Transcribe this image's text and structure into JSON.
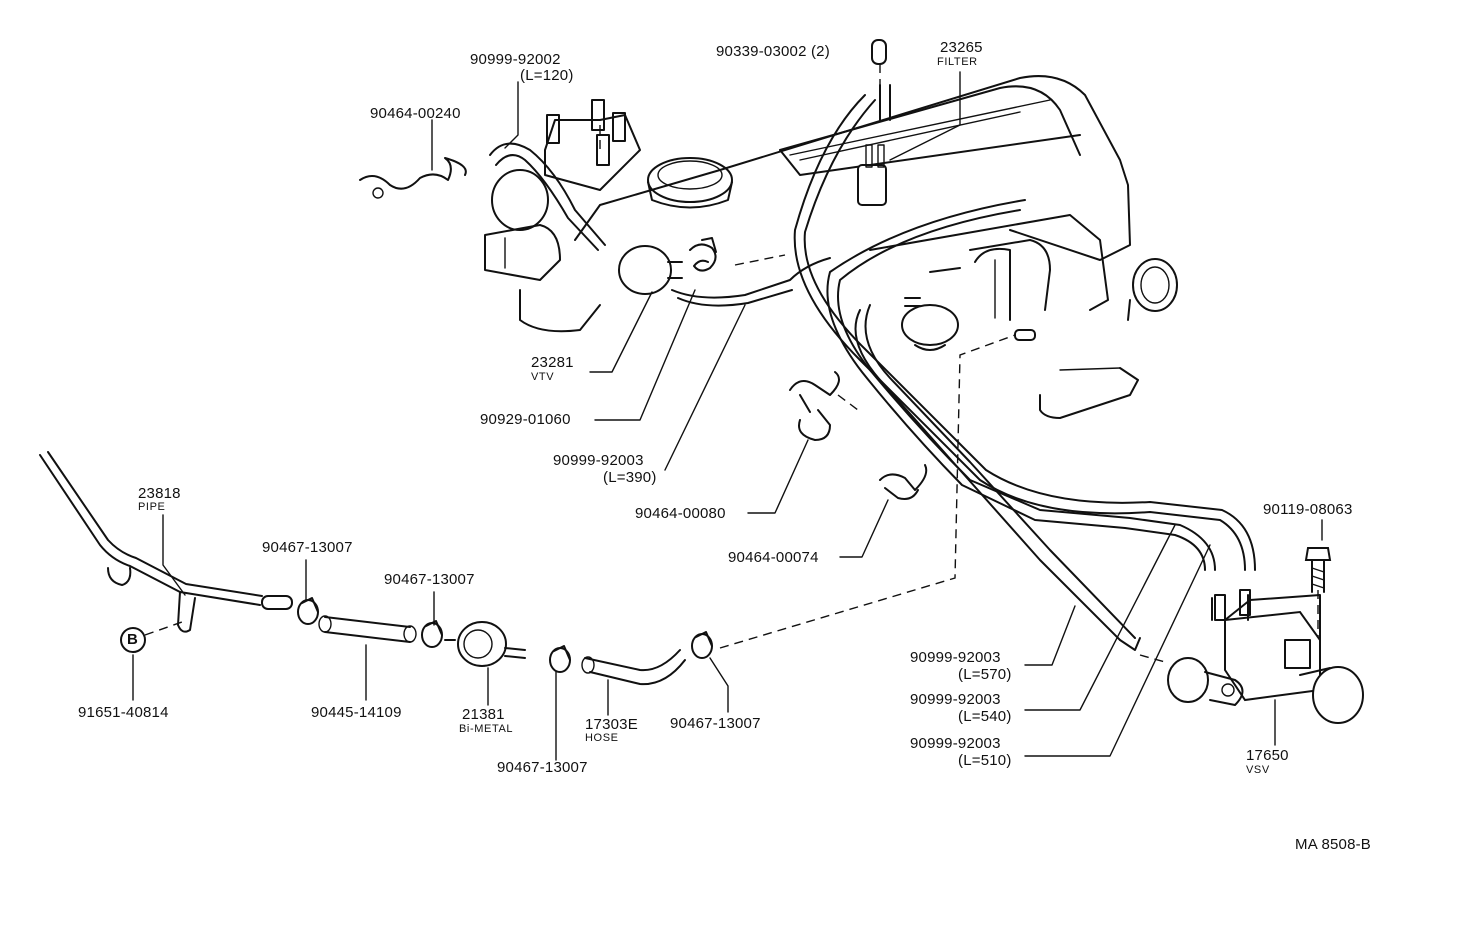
{
  "labels": {
    "p90999_92002": "90999-92002",
    "p90999_92002_len": "(L=120)",
    "p90464_00240": "90464-00240",
    "p90339_03002": "90339-03002 (2)",
    "p23265": "23265",
    "p23265_name": "FILTER",
    "p23281": "23281",
    "p23281_name": "VTV",
    "p90929_01060": "90929-01060",
    "p90999_92003_a": "90999-92003",
    "p90999_92003_a_len": "(L=390)",
    "p90464_00080": "90464-00080",
    "p90464_00074": "90464-00074",
    "p23818": "23818",
    "p23818_name": "PIPE",
    "p90467_13007_a": "90467-13007",
    "p90467_13007_b": "90467-13007",
    "p90119_08063": "90119-08063",
    "ref_b": "B",
    "p91651_40814": "91651-40814",
    "p90445_14109": "90445-14109",
    "p21381": "21381",
    "p21381_name": "Bi-METAL",
    "p17303E": "17303E",
    "p17303E_name": "HOSE",
    "p90467_13007_c": "90467-13007",
    "p90467_13007_d": "90467-13007",
    "p90999_92003_b": "90999-92003",
    "p90999_92003_b_len": "(L=570)",
    "p90999_92003_c": "90999-92003",
    "p90999_92003_c_len": "(L=540)",
    "p90999_92003_d": "90999-92003",
    "p90999_92003_d_len": "(L=510)",
    "p17650": "17650",
    "p17650_name": "VSV",
    "drawing_code": "MA 8508-B"
  }
}
